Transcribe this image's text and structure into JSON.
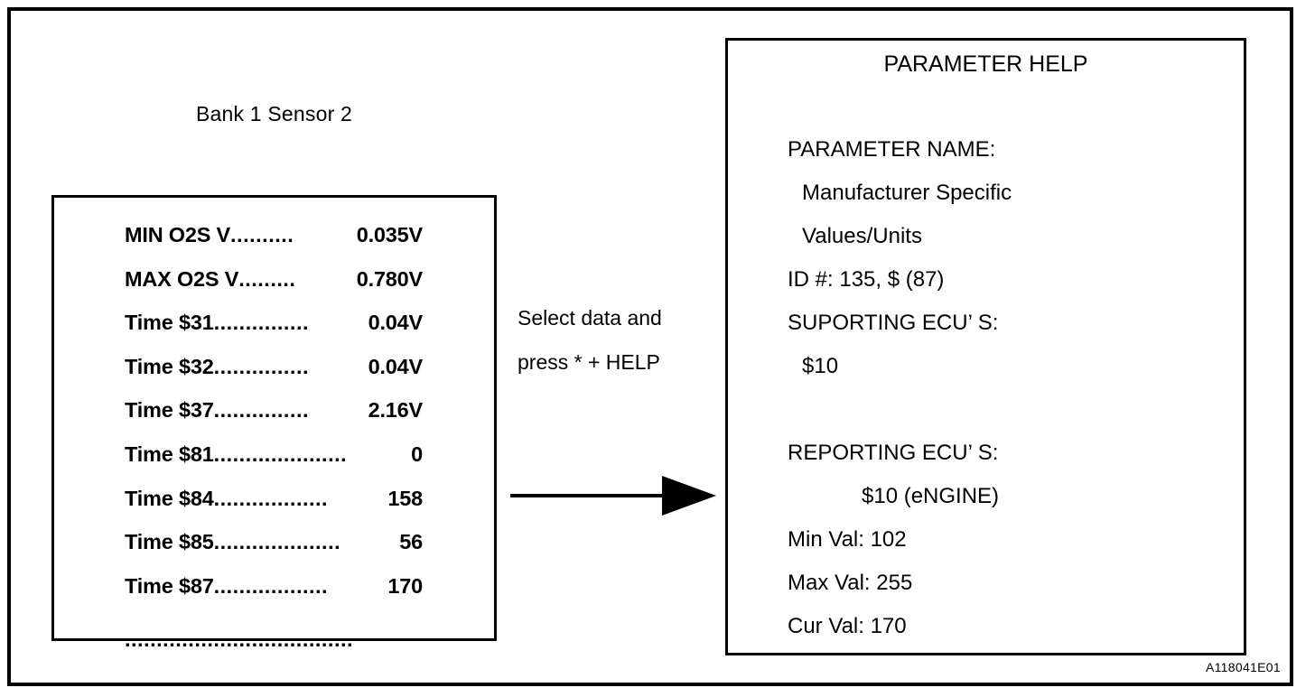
{
  "figure": {
    "code": "A118041E01"
  },
  "left_panel": {
    "caption": "Bank 1 Sensor 2",
    "rows": [
      {
        "label": "MIN O2S V",
        "dots": "..........",
        "value": "0.035V"
      },
      {
        "label": "MAX O2S V",
        "dots": ".........",
        "value": "0.780V"
      },
      {
        "label": "Time $31",
        "dots": "...............",
        "value": "0.04V"
      },
      {
        "label": "Time $32",
        "dots": "...............",
        "value": "0.04V"
      },
      {
        "label": "Time $37",
        "dots": "...............",
        "value": "2.16V"
      },
      {
        "label": "Time $81",
        "dots": ".....................",
        "value": "0"
      },
      {
        "label": "Time $84",
        "dots": "..................",
        "value": "158"
      },
      {
        "label": "Time $85",
        "dots": "....................",
        "value": "56"
      },
      {
        "label": "Time $87",
        "dots": "..................",
        "value": "170"
      }
    ],
    "trailer": "...................................."
  },
  "transition": {
    "line1": "Select data and",
    "line2": "press * + HELP",
    "arrow_icon": "right-arrow-icon"
  },
  "right_panel": {
    "title": "PARAMETER HELP",
    "lines": [
      {
        "text": "PARAMETER NAME:",
        "indent": 0
      },
      {
        "text": "Manufacturer Specific",
        "indent": 1
      },
      {
        "text": "Values/Units",
        "indent": 1
      },
      {
        "text": "ID #: 135, $ (87)",
        "indent": 0
      },
      {
        "text": "SUPORTING ECU’ S:",
        "indent": 0
      },
      {
        "text": "$10",
        "indent": 1
      },
      {
        "text": "",
        "indent": 0
      },
      {
        "text": "REPORTING ECU’ S:",
        "indent": 0
      },
      {
        "text": "$10 (eNGINE)",
        "indent": 2
      },
      {
        "text": "Min Val: 102",
        "indent": 0
      },
      {
        "text": "Max Val: 255",
        "indent": 0
      },
      {
        "text": "Cur Val: 170",
        "indent": 0
      }
    ]
  },
  "colors": {
    "ink": "#000000",
    "paper": "#ffffff"
  }
}
